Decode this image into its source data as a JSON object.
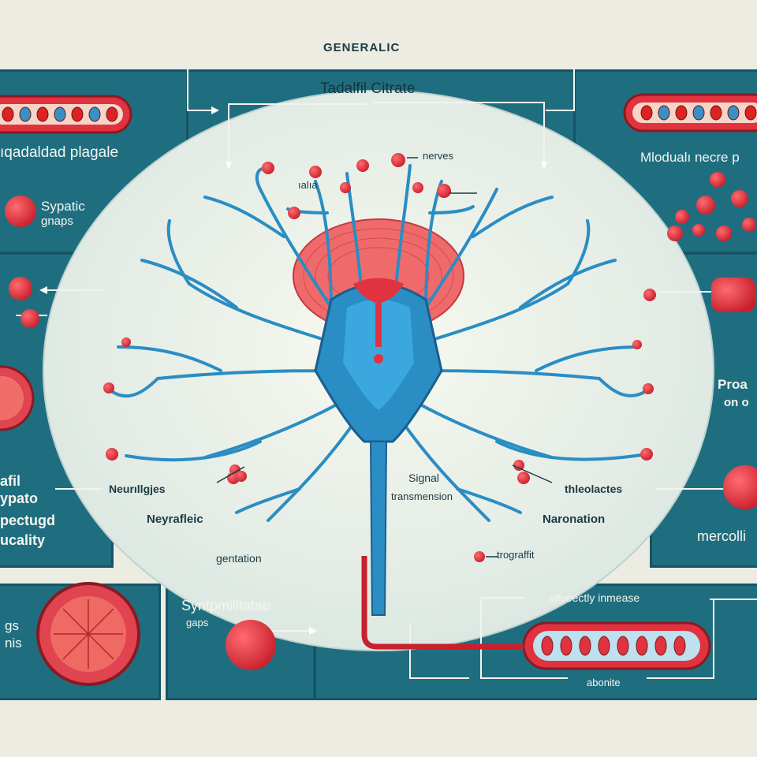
{
  "header": {
    "top_label": "GENERALIC",
    "main_title": "Tadalfil Citrate"
  },
  "left_panel": {
    "plaque_label": "ıqadaldad plagale",
    "synaptic_label_1": "Sypatic",
    "synaptic_label_2": "gnaps",
    "lower_label_1": "afil",
    "lower_label_2": "ypato",
    "lower_label_3": "pectugd",
    "lower_label_4": "ucality"
  },
  "right_panel": {
    "top_label": "Mlodualı necre p",
    "mid_label_1": "Proa",
    "mid_label_2": "on o",
    "bottom_label": "mercolli"
  },
  "center": {
    "label_ialia": "ıalıa",
    "label_nerves": "nerves",
    "label_neurilgies": "Neurıllgjes",
    "label_neyrafleic": "Neyrafleic",
    "label_signal_1": "Signal",
    "label_signal_2": "transmension",
    "label_thleo": "thleolactes",
    "label_naronation": "Naronation",
    "label_gentation": "gentation",
    "label_trograffit": "trograffit"
  },
  "bottom": {
    "left_label_1": "gs",
    "left_label_2": "nis",
    "synapse_label_1": "Syntpmilitatae",
    "synapse_label_2": "gaps",
    "increase_label": "alfveectly inmease",
    "abonite_label": "abonite"
  },
  "colors": {
    "teal_panel": "#1f6e80",
    "neuron_blue": "#2a8dc4",
    "accent_red": "#e0333f",
    "background": "#ecece2"
  }
}
